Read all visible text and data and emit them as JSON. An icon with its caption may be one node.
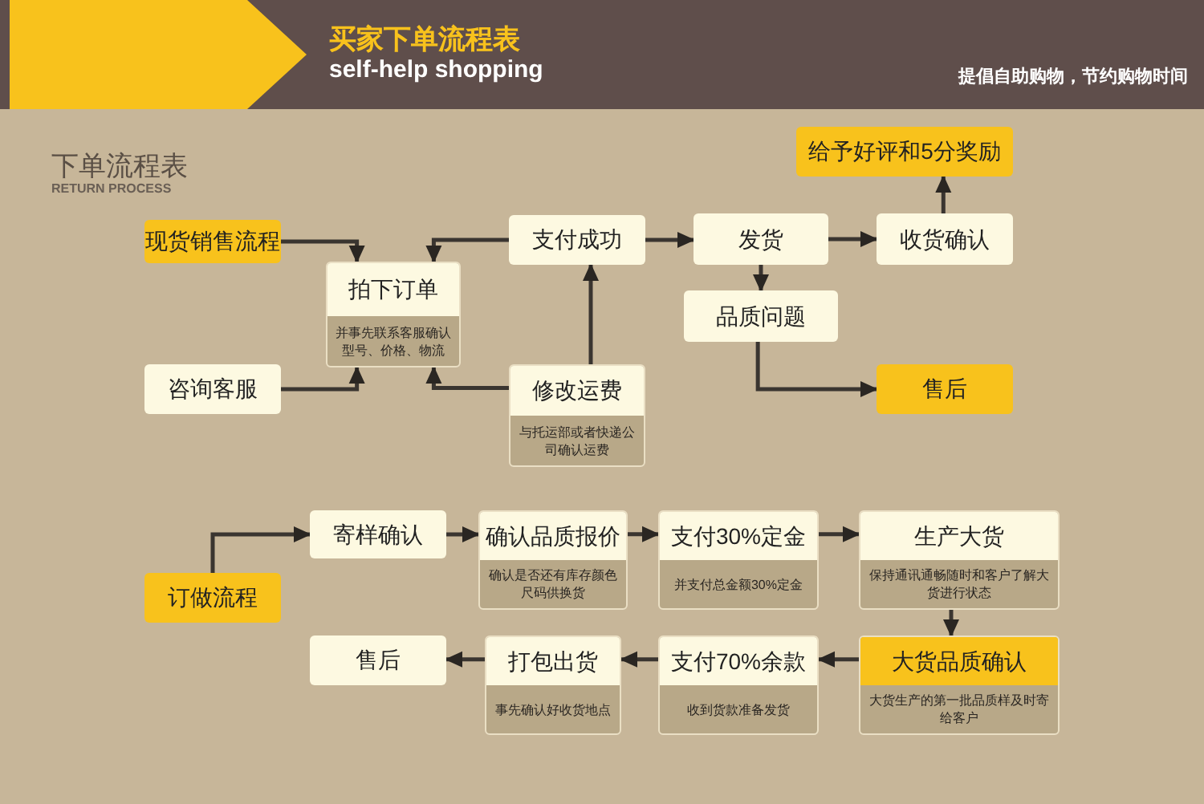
{
  "diagram": {
    "title": "买家下单流程表",
    "nodes": [
      {
        "text": [
          "现货销售流程"
        ]
      },
      {
        "text": [
          "拍下订单",
          "并事先联系客服确认型号、价格、物流"
        ]
      },
      {
        "text": [
          "咨询客服"
        ]
      },
      {
        "text": [
          "支付成功"
        ]
      },
      {
        "text": [
          "修改运费",
          "与托运部或者快递公司确认运费"
        ]
      },
      {
        "text": [
          "发货"
        ]
      },
      {
        "text": [
          "收货确认"
        ]
      },
      {
        "text": [
          "给予好评和5分奖励"
        ]
      },
      {
        "text": [
          "品质问题"
        ]
      },
      {
        "text": [
          "售后"
        ]
      },
      {
        "text": [
          "订做流程"
        ]
      },
      {
        "text": [
          "寄样确认"
        ]
      },
      {
        "text": [
          "确认品质报价",
          "确认是否还有库存颜色尺码供换货"
        ]
      },
      {
        "text": [
          "支付30%定金",
          "并支付总金额30%定金"
        ]
      },
      {
        "text": [
          "生产大货",
          "保持通讯通畅随时和客户了解大货进行状态"
        ]
      },
      {
        "text": [
          "大货品质确认",
          "大货生产的第一批品质样及时寄给客户"
        ]
      },
      {
        "text": [
          "支付70%余款",
          "收到货款准备发货"
        ]
      },
      {
        "text": [
          "打包出货",
          "事先确认好收货地点"
        ]
      },
      {
        "text": [
          "售后"
        ]
      }
    ],
    "edges": [
      {
        "from": 0,
        "to": 1,
        "arrow": "to"
      },
      {
        "from": 3,
        "to": 1,
        "arrow": "to"
      },
      {
        "from": 2,
        "to": 1,
        "arrow": "to"
      },
      {
        "from": 4,
        "to": 1,
        "arrow": "to"
      },
      {
        "from": 4,
        "to": 3,
        "arrow": "to"
      },
      {
        "from": 3,
        "to": 5,
        "arrow": "to"
      },
      {
        "from": 5,
        "to": 6,
        "arrow": "to"
      },
      {
        "from": 6,
        "to": 7,
        "arrow": "to"
      },
      {
        "from": 5,
        "to": 8,
        "arrow": "to"
      },
      {
        "from": 8,
        "to": 9,
        "arrow": "to"
      },
      {
        "from": 10,
        "to": 11,
        "arrow": "to"
      },
      {
        "from": 11,
        "to": 12,
        "arrow": "to"
      },
      {
        "from": 12,
        "to": 13,
        "arrow": "to"
      },
      {
        "from": 13,
        "to": 14,
        "arrow": "to"
      },
      {
        "from": 14,
        "to": 15,
        "arrow": "to"
      },
      {
        "from": 15,
        "to": 16,
        "arrow": "to"
      },
      {
        "from": 16,
        "to": 17,
        "arrow": "to"
      },
      {
        "from": 17,
        "to": 18,
        "arrow": "to"
      }
    ],
    "labels": [
      "self-help shopping",
      "提倡自助购物，节约购物时间",
      "下单流程表",
      "RETURN PROCESS"
    ]
  }
}
